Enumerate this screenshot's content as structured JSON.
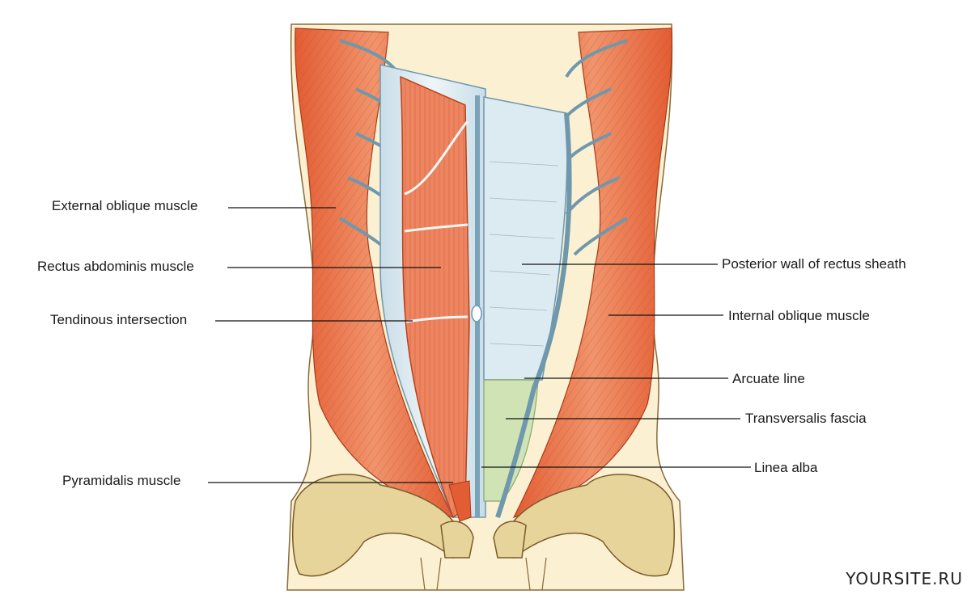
{
  "labels": {
    "external_oblique": "External oblique muscle",
    "rectus_abdominis": "Rectus abdominis muscle",
    "tendinous_intersection": "Tendinous intersection",
    "pyramidalis": "Pyramidalis muscle",
    "posterior_wall": "Posterior wall of rectus sheath",
    "internal_oblique": "Internal oblique muscle",
    "arcuate_line": "Arcuate line",
    "transversalis_fascia": "Transversalis fascia",
    "linea_alba": "Linea alba"
  },
  "watermark": "YOURSITE.RU",
  "colors": {
    "skin": "#fbf0d2",
    "muscle": "#e9764f",
    "muscle_dark": "#d9532c",
    "sheath": "#d9e9f0",
    "bone": "#e6d49a",
    "fascia": "#cfe3b4",
    "leader": "#111111"
  }
}
